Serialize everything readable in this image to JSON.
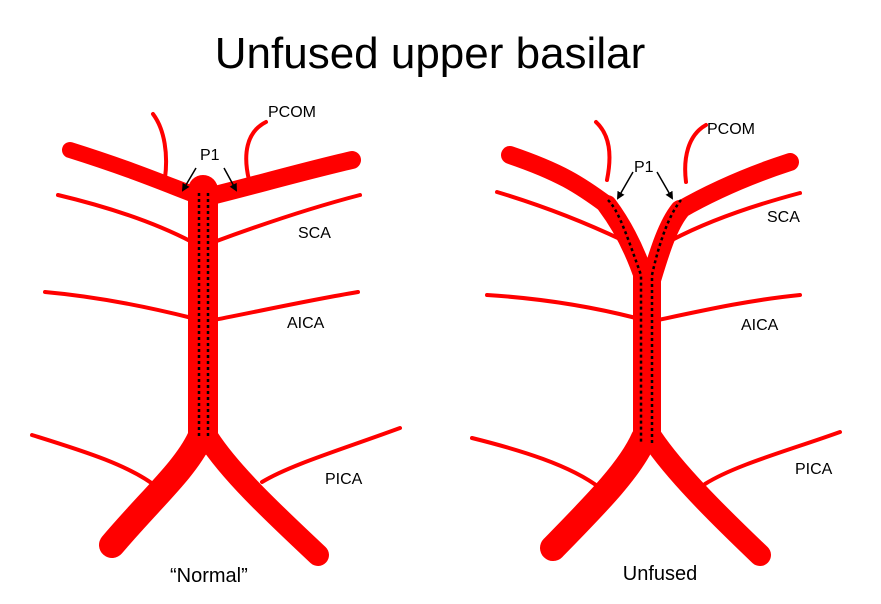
{
  "title": "Unfused upper basilar",
  "colors": {
    "artery": "#ff0000",
    "annotation": "#000000",
    "background": "#ffffff"
  },
  "panels": [
    {
      "caption": "“Normal”",
      "labels": {
        "p1": "P1",
        "pcom": "PCOM",
        "sca": "SCA",
        "aica": "AICA",
        "pica": "PICA"
      }
    },
    {
      "caption": "Unfused",
      "labels": {
        "p1": "P1",
        "pcom": "PCOM",
        "sca": "SCA",
        "aica": "AICA",
        "pica": "PICA"
      }
    }
  ]
}
